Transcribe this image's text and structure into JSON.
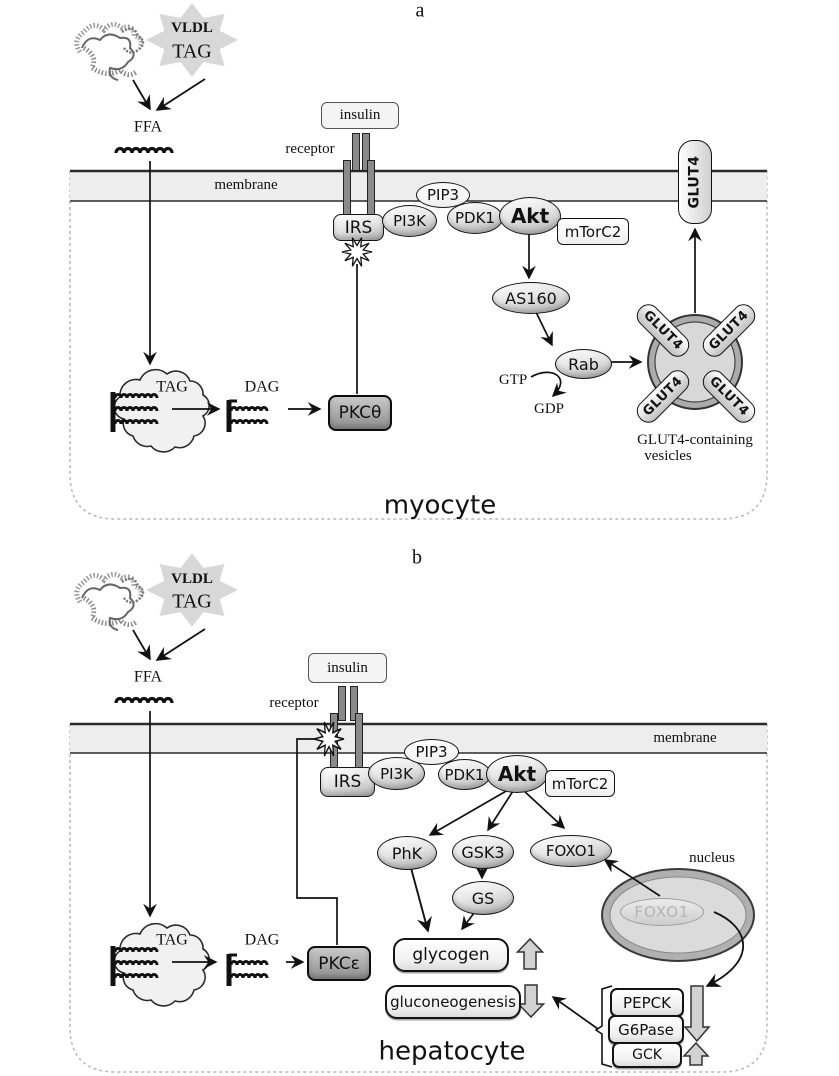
{
  "figure": {
    "panel_a": {
      "panel_label": "a",
      "cell_type": "myocyte",
      "vldl_star": {
        "line1": "VLDL",
        "line2": "TAG"
      },
      "ffa_label": "FFA",
      "insulin_label": "insulin",
      "receptor_label": "receptor",
      "membrane_label": "membrane",
      "nodes": {
        "irs": "IRS",
        "pi3k": "PI3K",
        "pip3": "PIP3",
        "pdk1": "PDK1",
        "akt": "Akt",
        "mtorc2": "mTorC2",
        "as160": "AS160",
        "rab": "Rab",
        "pkc_theta": "PKCθ"
      },
      "gtp_label": "GTP",
      "gdp_label": "GDP",
      "tag_label": "TAG",
      "dag_label": "DAG",
      "glut4_label": "GLUT4",
      "vesicle_caption": {
        "line1": "GLUT4-containing",
        "line2": "vesicles"
      }
    },
    "panel_b": {
      "panel_label": "b",
      "cell_type": "hepatocyte",
      "vldl_star": {
        "line1": "VLDL",
        "line2": "TAG"
      },
      "ffa_label": "FFA",
      "insulin_label": "insulin",
      "receptor_label": "receptor",
      "membrane_label": "membrane",
      "nodes": {
        "irs": "IRS",
        "pi3k": "PI3K",
        "pip3": "PIP3",
        "pdk1": "PDK1",
        "akt": "Akt",
        "mtorc2": "mTorC2",
        "phk": "PhK",
        "gsk3": "GSK3",
        "foxo1": "FOXO1",
        "gs": "GS",
        "pkc_epsilon": "PKCε"
      },
      "nucleus_label": "nucleus",
      "nucleus_foxo1": "FOXO1",
      "outputs": {
        "glycogen": "glycogen",
        "gluconeogenesis": "gluconeogenesis",
        "pepck": "PEPCK",
        "g6pase": "G6Pase",
        "gck": "GCK"
      },
      "tag_label": "TAG",
      "dag_label": "DAG"
    },
    "colors": {
      "membrane_fill": "#ededed",
      "node_fill_dark": "#b0b0b0",
      "node_fill_light": "#ffffff",
      "pkc_fill": "#9a9a9a",
      "star_fill": "#d8d8d8",
      "vesicle_fill": "#d8d8d8",
      "nucleus_ring": "#b0b0b0",
      "block_arrow_fill": "#d2d2d2",
      "line_color": "#1a1a1a"
    }
  }
}
